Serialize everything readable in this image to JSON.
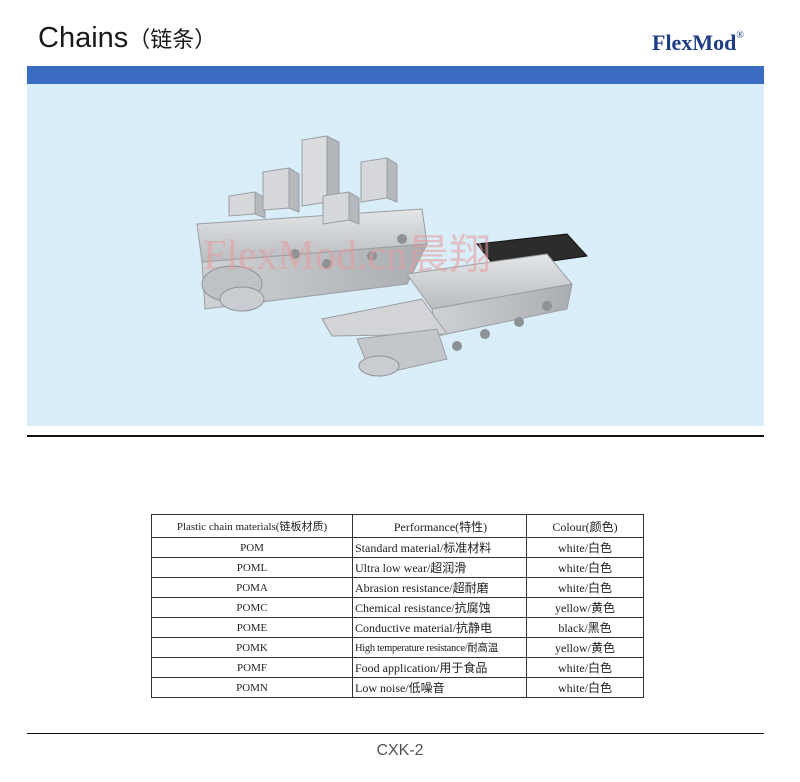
{
  "header": {
    "title": "Chains",
    "title_cn": "（链条）",
    "brand": "FlexMod",
    "brand_mark": "®"
  },
  "photo": {
    "watermark": "FlexMod.cn晨翔",
    "chain_color": "#c7c9cc",
    "black_chain_color": "#2c2c2c"
  },
  "table": {
    "headers": [
      "Plastic chain materials(链板材质)",
      "Performance(特性)",
      "Colour(颜色)"
    ],
    "rows": [
      {
        "material": "POM",
        "performance": "Standard material/标准材料",
        "colour": "white/白色"
      },
      {
        "material": "POML",
        "performance": "Ultra low wear/超润滑",
        "colour": "white/白色"
      },
      {
        "material": "POMA",
        "performance": "Abrasion resistance/超耐磨",
        "colour": "white/白色"
      },
      {
        "material": "POMC",
        "performance": "Chemical resistance/抗腐蚀",
        "colour": "yellow/黄色"
      },
      {
        "material": "POME",
        "performance": "Conductive material/抗静电",
        "colour": "black/黑色"
      },
      {
        "material": "POMK",
        "performance": "High temperature resistance/耐高温",
        "colour": "yellow/黄色"
      },
      {
        "material": "POMF",
        "performance": "Food application/用于食品",
        "colour": "white/白色"
      },
      {
        "material": "POMN",
        "performance": "Low noise/低噪音",
        "colour": "white/白色"
      }
    ]
  },
  "footer": {
    "page_number": "CXK-2"
  },
  "colors": {
    "accent_bar": "#3a6cc4",
    "panel_bg": "#d9eef9",
    "brand": "#1f3d84"
  }
}
